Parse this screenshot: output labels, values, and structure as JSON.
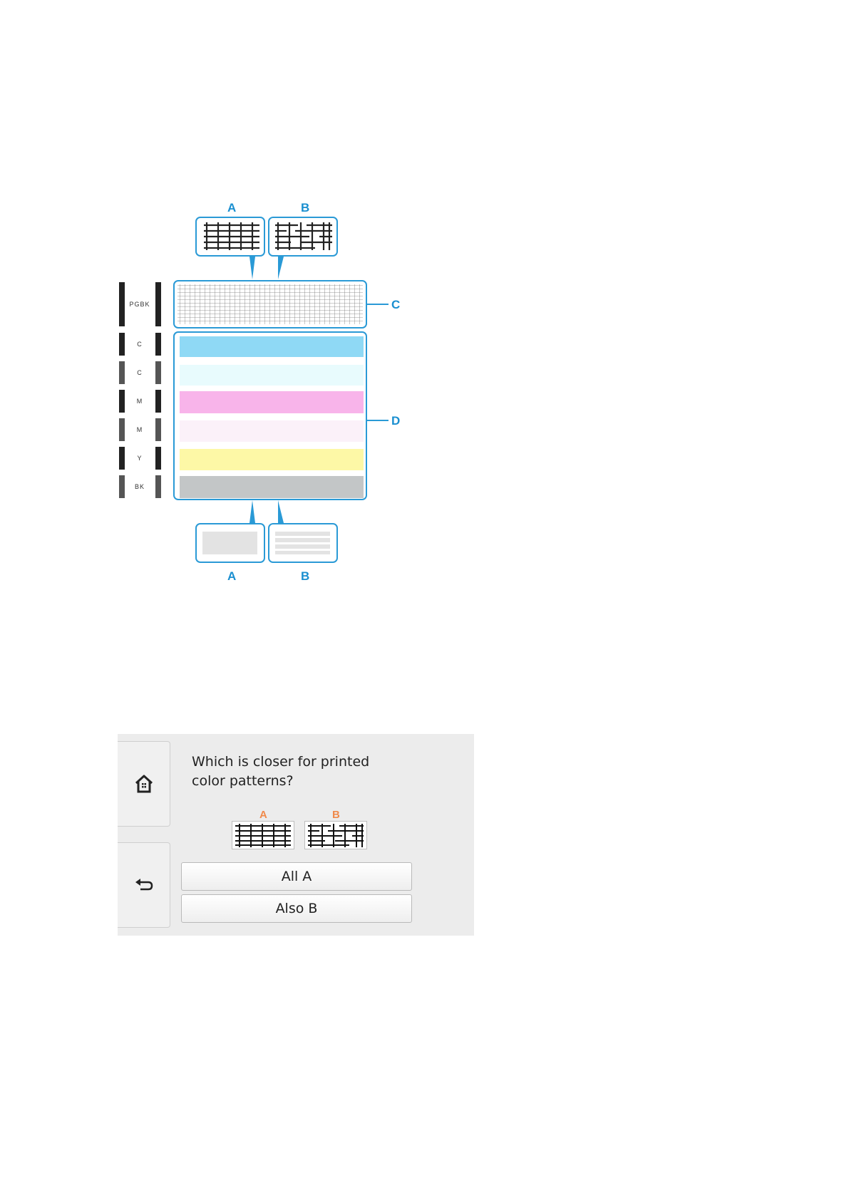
{
  "diagram": {
    "top_labels": {
      "a": "A",
      "b": "B"
    },
    "bottom_labels": {
      "a": "A",
      "b": "B"
    },
    "side_labels": {
      "c": "C",
      "d": "D"
    },
    "rows": [
      "PGBK",
      "C",
      "C",
      "M",
      "M",
      "Y",
      "BK"
    ],
    "colors": {
      "callout": "#2a9ad6",
      "cyan": "#8fd9f5",
      "light_cyan": "#e8fbfd",
      "magenta": "#f8b4ea",
      "light_magenta": "#fbf1f9",
      "yellow": "#fdf8a6",
      "black": "#c3c6c7"
    }
  },
  "panel": {
    "question": "Which is closer for printed\ncolor patterns?",
    "choice_a_label": "A",
    "choice_b_label": "B",
    "buttons": {
      "all_a": "All A",
      "also_b": "Also B"
    },
    "icons": {
      "home": "home-icon",
      "back": "back-icon"
    }
  }
}
